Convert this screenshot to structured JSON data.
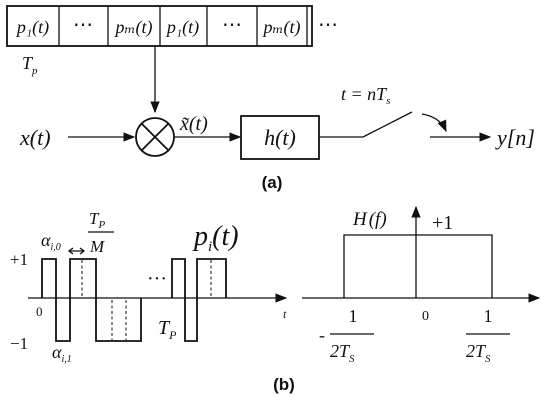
{
  "top_panel": {
    "sequence_cells": [
      "p₁(t)",
      "⋯",
      "pₘ(t)",
      "p₁(t)",
      "⋯",
      "pₘ(t)",
      "⋯"
    ],
    "tp_label": "T",
    "tp_sub": "p",
    "input_label": "x(t)",
    "mixed_label": "x̃(t)",
    "filter_label": "h(t)",
    "sampler_label": "t = nT",
    "sampler_sub": "s",
    "output_label": "y[n]",
    "caption": "(a)"
  },
  "pulse_panel": {
    "title": "p",
    "title_sub": "i",
    "title_arg": "(t)",
    "plus_one": "+1",
    "minus_one": "−1",
    "zero": "0",
    "alpha_top": "α",
    "alpha_top_sub": "i,0",
    "alpha_bottom": "α",
    "alpha_bottom_sub": "i,1",
    "chip_num": "T",
    "chip_num_sub": "P",
    "chip_den": "M",
    "period_label": "T",
    "period_sub": "P",
    "ellipsis": "···",
    "x_axis_label": "t"
  },
  "filter_panel": {
    "title": "H",
    "title_arg": "(f)",
    "gain": "+1",
    "zero": "0",
    "left_cutoff_num": "1",
    "left_cutoff_den": "2T",
    "left_cutoff_den_sub": "S",
    "left_sign": "-",
    "right_cutoff_num": "1",
    "right_cutoff_den": "2T",
    "right_cutoff_den_sub": "S"
  },
  "caption_b": "(b)"
}
